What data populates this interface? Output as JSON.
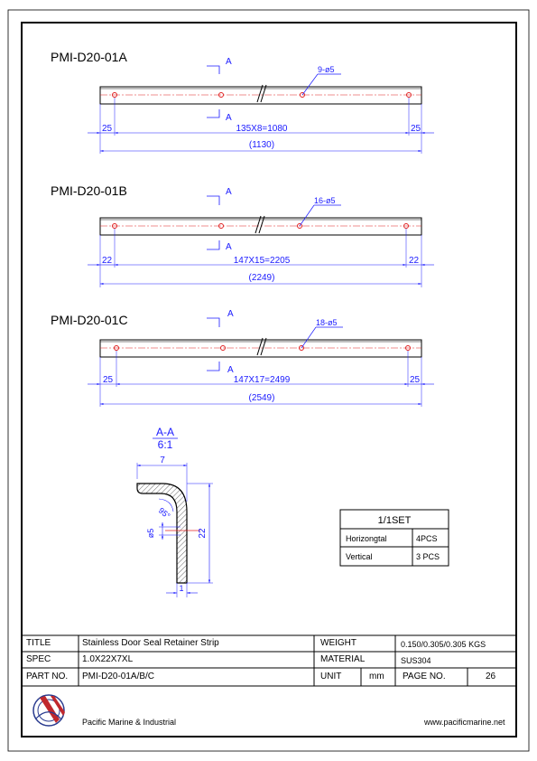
{
  "parts": [
    {
      "part_no": "PMI-D20-01A",
      "section_marker": "A",
      "holes_label": "9-ø5",
      "left_offset": "25",
      "right_offset": "25",
      "pitch_dim": "135X8=1080",
      "overall_dim": "(1130)"
    },
    {
      "part_no": "PMI-D20-01B",
      "section_marker": "A",
      "holes_label": "16-ø5",
      "left_offset": "22",
      "right_offset": "22",
      "pitch_dim": "147X15=2205",
      "overall_dim": "(2249)"
    },
    {
      "part_no": "PMI-D20-01C",
      "section_marker": "A",
      "holes_label": "18-ø5",
      "left_offset": "25",
      "right_offset": "25",
      "pitch_dim": "147X17=2499",
      "overall_dim": "(2549)"
    }
  ],
  "section": {
    "title": "A-A",
    "scale": "6:1",
    "width_dim": "7",
    "height_dim": "22",
    "angle_dim": "95°",
    "hole_dim": "ø5",
    "thickness_dim": "1"
  },
  "set_table": {
    "header": "1/1SET",
    "rows": [
      {
        "label": "Horizongtal",
        "qty": "4PCS"
      },
      {
        "label": "Vertical",
        "qty": "3 PCS"
      }
    ]
  },
  "title_block": {
    "title_label": "TITLE",
    "title_value": "Stainless Door Seal Retainer Strip",
    "weight_label": "WEIGHT",
    "weight_value": "0.150/0.305/0.305 KGS",
    "spec_label": "SPEC",
    "spec_value": "1.0X22X7XL",
    "material_label": "MATERIAL",
    "material_value": "SUS304",
    "partno_label": "PART NO.",
    "partno_value": "PMI-D20-01A/B/C",
    "unit_label": "UNIT",
    "unit_value": "mm",
    "page_label": "PAGE  NO.",
    "page_value": "26"
  },
  "company": {
    "name": "Pacific Marine & Industrial",
    "website": "www.pacificmarine.net"
  },
  "colors": {
    "dimension": "#1a1aff",
    "centerline": "#e02020",
    "outline": "#000000"
  }
}
